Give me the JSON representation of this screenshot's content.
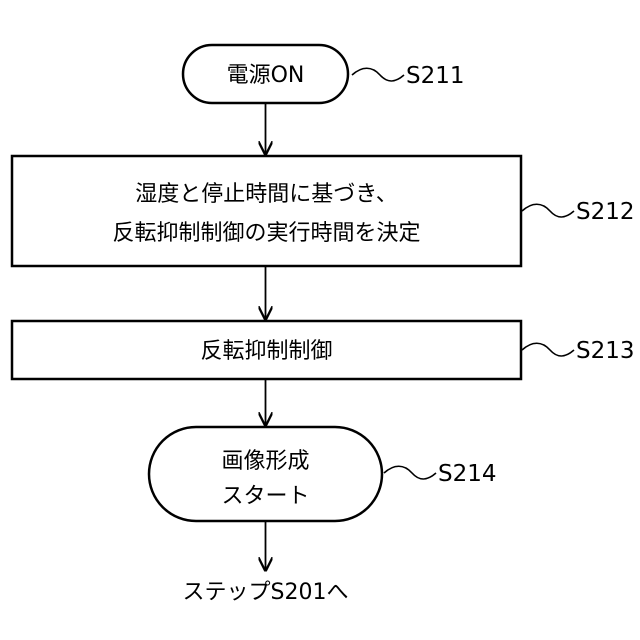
{
  "flowchart": {
    "nodes": [
      {
        "id": "power-on",
        "lines": [
          "電源ON"
        ],
        "step": "S211"
      },
      {
        "id": "decide-time",
        "lines": [
          "湿度と停止時間に基づき、",
          "反転抑制制御の実行時間を決定"
        ],
        "step": "S212"
      },
      {
        "id": "inversion-control",
        "lines": [
          "反転抑制制御"
        ],
        "step": "S213"
      },
      {
        "id": "image-forming-start",
        "lines": [
          "画像形成",
          "スタート"
        ],
        "step": "S214"
      }
    ],
    "exit_label": "ステップS201へ"
  }
}
